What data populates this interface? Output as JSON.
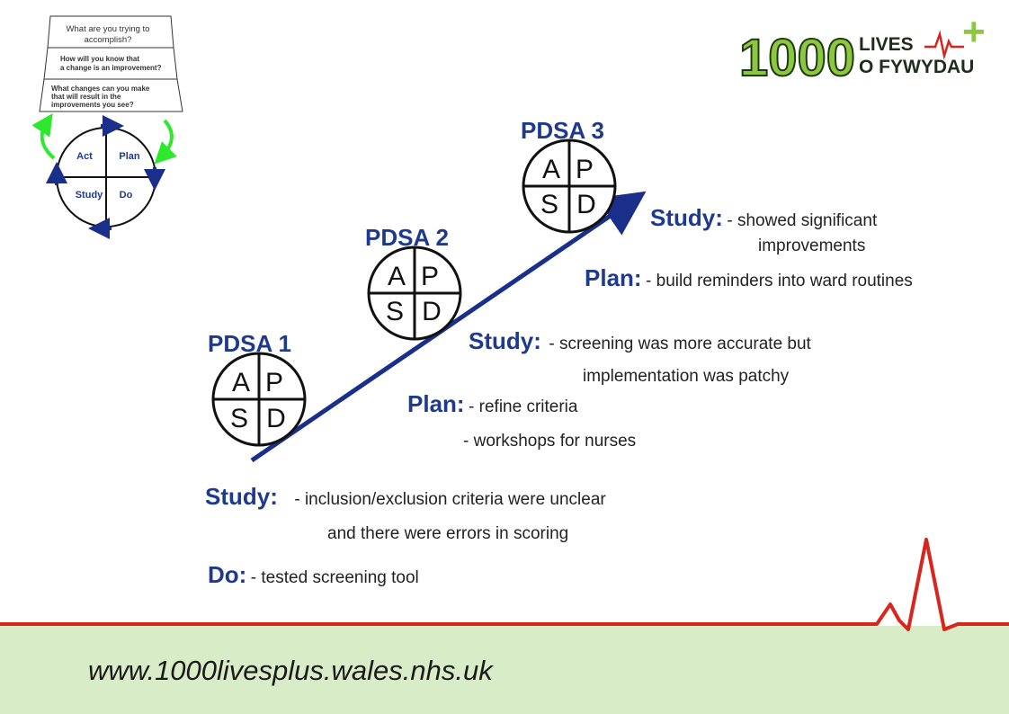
{
  "model_questions": [
    "What are you trying to accomplish?",
    "How will you know that a change is an improvement?",
    "What changes can you make that will result in the improvements you see?"
  ],
  "cycle_labels": {
    "act": "Act",
    "plan": "Plan",
    "study": "Study",
    "do": "Do"
  },
  "logo": {
    "number": "1000",
    "line1": "LIVES",
    "line2": "O FYWYDAU",
    "plus": "+"
  },
  "pdsa": [
    {
      "title": "PDSA 1",
      "a": "A",
      "p": "P",
      "s": "S",
      "d": "D"
    },
    {
      "title": "PDSA 2",
      "a": "A",
      "p": "P",
      "s": "S",
      "d": "D"
    },
    {
      "title": "PDSA 3",
      "a": "A",
      "p": "P",
      "s": "S",
      "d": "D"
    }
  ],
  "notes": {
    "do1": {
      "label": "Do",
      "text": "- tested screening tool"
    },
    "study1": {
      "label": "Study",
      "text": "- inclusion/exclusion criteria were unclear",
      "cont": "and there were errors in scoring"
    },
    "plan1": {
      "label": "Plan",
      "text": "- refine criteria",
      "cont": "- workshops for nurses"
    },
    "study2": {
      "label": "Study",
      "text": "- screening was more accurate but",
      "cont": "implementation was patchy"
    },
    "plan2": {
      "label": "Plan",
      "text": "- build reminders into ward routines"
    },
    "study3": {
      "label": "Study",
      "text": "- showed significant",
      "cont": "improvements"
    }
  },
  "footer": {
    "url": "www.1000livesplus.wales.nhs.uk"
  },
  "colors": {
    "navy": "#1f3a8c",
    "arrow": "#1a2f8a",
    "green": "#8dc63f",
    "red": "#d7261e",
    "footer": "#d8ecc7"
  }
}
